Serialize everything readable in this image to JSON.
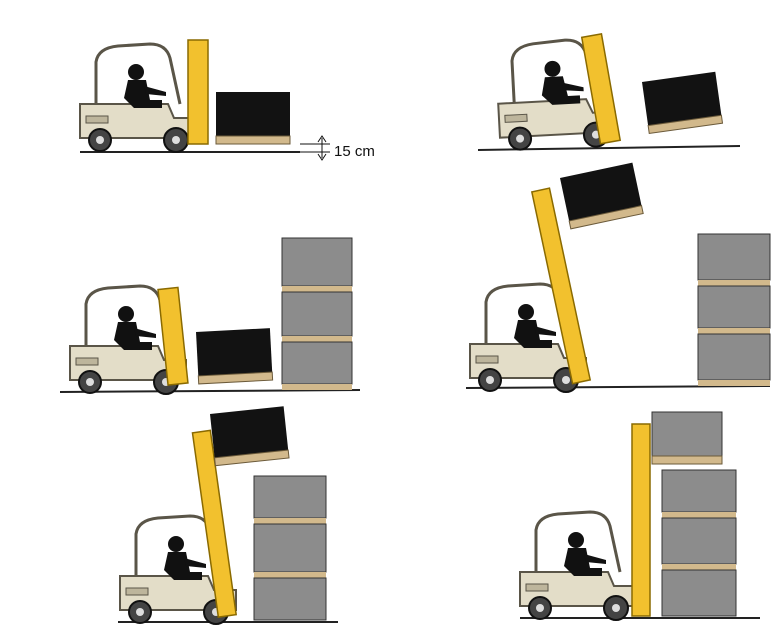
{
  "colors": {
    "background": "#ffffff",
    "mast": "#f2c12e",
    "mast_edge": "#8a6a00",
    "body": "#e3ddc8",
    "body_edge": "#5a5548",
    "operator": "#111111",
    "load_dark": "#121212",
    "load_gray": "#8c8c8c",
    "pallet": "#d2b98c",
    "ground": "#222222"
  },
  "panels": [
    {
      "id": 1,
      "step": "travel-low",
      "load": "dark",
      "racking": false
    },
    {
      "id": 2,
      "step": "tilt-back",
      "load": "dark",
      "racking": false
    },
    {
      "id": 3,
      "step": "approach-rack",
      "load": "dark",
      "racking": true
    },
    {
      "id": 4,
      "step": "raise-load",
      "load": "dark",
      "racking": true
    },
    {
      "id": 5,
      "step": "position-over-stack",
      "load": "dark",
      "racking": true
    },
    {
      "id": 6,
      "step": "lower-onto-stack",
      "load": "gray",
      "racking": true
    }
  ],
  "annotation": {
    "height_label": "15 cm"
  }
}
